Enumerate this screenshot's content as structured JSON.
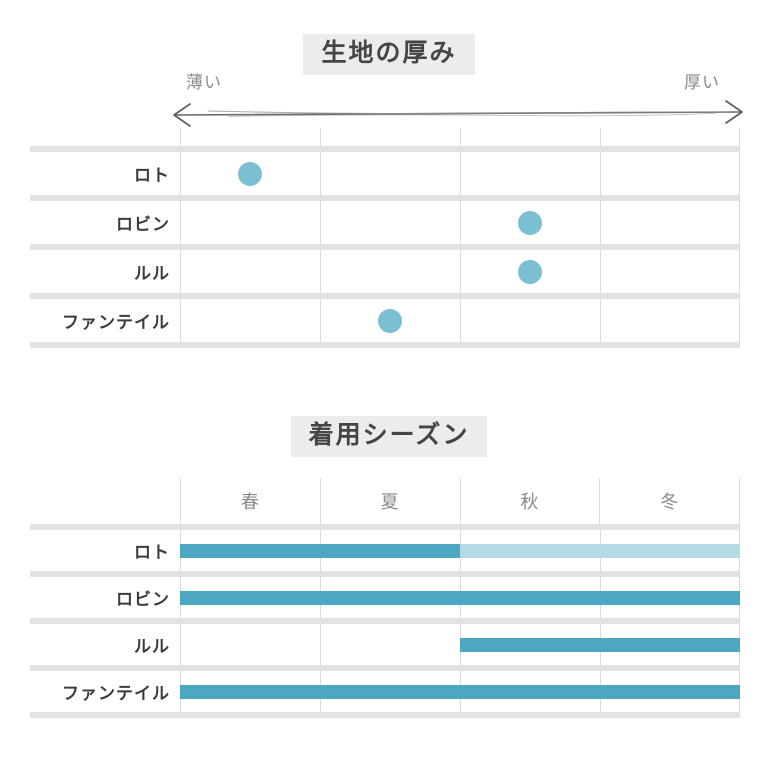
{
  "chart_data": [
    {
      "type": "scatter",
      "title": "生地の厚み",
      "axis": {
        "left_label": "薄い",
        "right_label": "厚い",
        "arrow": "double-headed",
        "categories": [
          "1",
          "2",
          "3",
          "4"
        ],
        "grid": true
      },
      "rows": [
        {
          "name": "ロト",
          "position": 1
        },
        {
          "name": "ロビン",
          "position": 3
        },
        {
          "name": "ルル",
          "position": 3
        },
        {
          "name": "ファンテイル",
          "position": 2
        }
      ],
      "dot_color": "#7cbed2"
    },
    {
      "type": "bar",
      "title": "着用シーズン",
      "categories": [
        "春",
        "夏",
        "秋",
        "冬"
      ],
      "grid": true,
      "legend": [],
      "colors": {
        "full": "#4ba8c0",
        "partial": "#b3dae5"
      },
      "rows": [
        {
          "name": "ロト",
          "segments": [
            {
              "start": 0,
              "end": 2,
              "level": "full"
            },
            {
              "start": 2,
              "end": 4,
              "level": "partial"
            }
          ]
        },
        {
          "name": "ロビン",
          "segments": [
            {
              "start": 0,
              "end": 4,
              "level": "full"
            }
          ]
        },
        {
          "name": "ルル",
          "segments": [
            {
              "start": 2,
              "end": 4,
              "level": "full"
            }
          ]
        },
        {
          "name": "ファンテイル",
          "segments": [
            {
              "start": 0,
              "end": 4,
              "level": "full"
            }
          ]
        }
      ]
    }
  ],
  "thickness": {
    "title": "生地の厚み",
    "left_label": "薄い",
    "right_label": "厚い",
    "rows": [
      {
        "label": "ロト"
      },
      {
        "label": "ロビン"
      },
      {
        "label": "ルル"
      },
      {
        "label": "ファンテイル"
      }
    ]
  },
  "season": {
    "title": "着用シーズン",
    "columns": [
      {
        "label": "春"
      },
      {
        "label": "夏"
      },
      {
        "label": "秋"
      },
      {
        "label": "冬"
      }
    ],
    "rows": [
      {
        "label": "ロト"
      },
      {
        "label": "ロビン"
      },
      {
        "label": "ルル"
      },
      {
        "label": "ファンテイル"
      }
    ]
  },
  "colors": {
    "dot": "#7cbed2",
    "bar_full": "#4ba8c0",
    "bar_partial": "#b3dae5",
    "title_bg": "#ececec",
    "separator": "#e2e2e2",
    "gridline": "#dadada"
  }
}
